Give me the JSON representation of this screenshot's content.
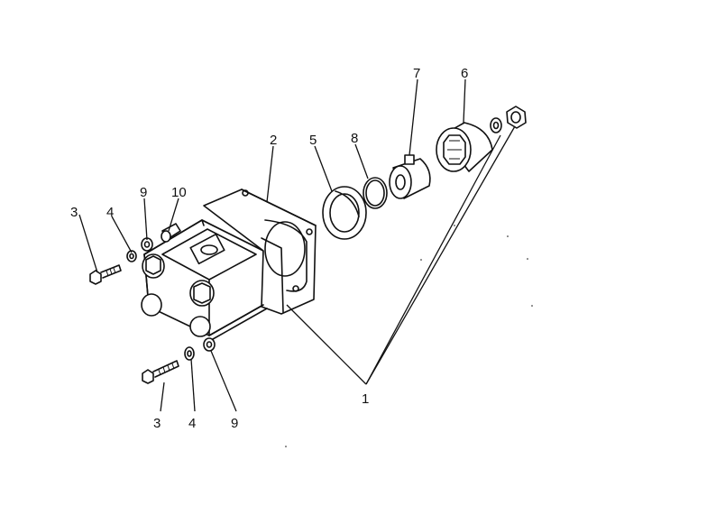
{
  "callouts": [
    {
      "id": "c1",
      "text": "1"
    },
    {
      "id": "c2",
      "text": "2"
    },
    {
      "id": "c3a",
      "text": "3"
    },
    {
      "id": "c3b",
      "text": "3"
    },
    {
      "id": "c4a",
      "text": "4"
    },
    {
      "id": "c4b",
      "text": "4"
    },
    {
      "id": "c5",
      "text": "5"
    },
    {
      "id": "c6",
      "text": "6"
    },
    {
      "id": "c7",
      "text": "7"
    },
    {
      "id": "c8",
      "text": "8"
    },
    {
      "id": "c9a",
      "text": "9"
    },
    {
      "id": "c9b",
      "text": "9"
    },
    {
      "id": "c10",
      "text": "10"
    }
  ]
}
